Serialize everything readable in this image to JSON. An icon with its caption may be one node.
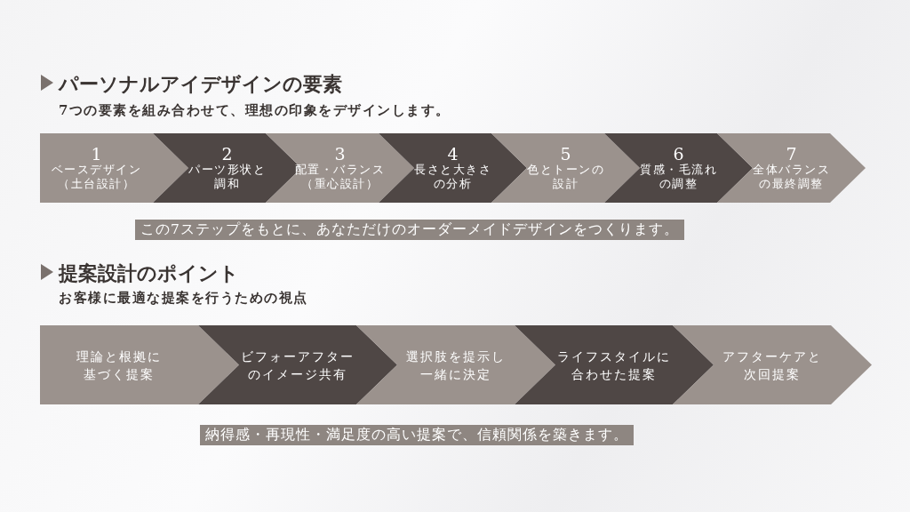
{
  "diagram": {
    "nodes": [
      {
        "text": [
          "1",
          "ベースデザイン（土台設計）"
        ]
      },
      {
        "text": [
          "2",
          "パーツ形状と調和"
        ]
      },
      {
        "text": [
          "3",
          "配置・バランス（重心設計）"
        ]
      },
      {
        "text": [
          "4",
          "長さと大きさの分析"
        ]
      },
      {
        "text": [
          "5",
          "色とトーンの設計"
        ]
      },
      {
        "text": [
          "6",
          "質感・毛流れの調整"
        ]
      },
      {
        "text": [
          "7",
          "全体バランスの最終調整"
        ]
      },
      {
        "text": [
          "理論と根拠に基づく提案"
        ]
      },
      {
        "text": [
          "ビフォーアフターのイメージ共有"
        ]
      },
      {
        "text": [
          "選択肢を提示し一緒に決定"
        ]
      },
      {
        "text": [
          "ライフスタイルに合わせた提案"
        ]
      },
      {
        "text": [
          "アフターケアと次回提案"
        ]
      }
    ],
    "labels": [
      "パーソナルアイデザインの要素",
      "7つの要素を組み合わせて、理想の印象をデザインします。",
      "この7ステップをもとに、あなただけのオーダーメイドデザインをつくります。",
      "提案設計のポイント",
      "お客様に最適な提案を行うための視点",
      "納得感・再現性・満足度の高い提案で、信頼関係を築きます。"
    ]
  }
}
